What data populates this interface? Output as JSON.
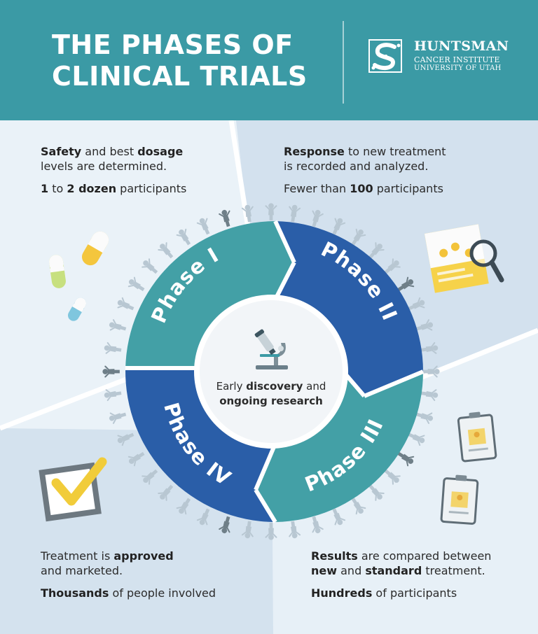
{
  "header": {
    "title_line1": "THE PHASES OF",
    "title_line2": "CLINICAL TRIALS"
  },
  "logo": {
    "line1": "HUNTSMAN",
    "line2": "CANCER INSTITUTE",
    "line3": "UNIVERSITY OF UTAH"
  },
  "center": {
    "pre": "Early ",
    "bold1": "discovery",
    "mid": " and",
    "bold2": "ongoing research"
  },
  "phases": [
    "Phase I",
    "Phase II",
    "Phase III",
    "Phase IV"
  ],
  "quadrants": {
    "phase1": {
      "l1_bold1": "Safety",
      "l1_mid": " and best ",
      "l1_bold2": "dosage",
      "l2": "levels are determined.",
      "c_bold1": "1",
      "c_mid": " to ",
      "c_bold2": "2 dozen",
      "c_tail": " participants"
    },
    "phase2": {
      "l1_bold": "Response",
      "l1_tail": " to new treatment",
      "l2": "is recorded and analyzed.",
      "c_pre": "Fewer than ",
      "c_bold": "100",
      "c_tail": " participants"
    },
    "phase4": {
      "l1_pre": "Treatment is ",
      "l1_bold": "approved",
      "l2": "and marketed.",
      "c_bold": "Thousands",
      "c_tail": " of people involved"
    },
    "phase3": {
      "l1_bold": "Results",
      "l1_tail": " are compared between",
      "l2_bold1": "new",
      "l2_mid": " and ",
      "l2_bold2": "standard",
      "l2_tail": " treatment.",
      "c_bold": "Hundreds",
      "c_tail": " of participants"
    }
  },
  "colors": {
    "header": "#3b9aa5",
    "teal": "#43a0a6",
    "navy": "#2a5ea8",
    "people": "#b8c7d2",
    "capsule_yellow": "#f2c43a",
    "check_yellow": "#f1cc3a"
  },
  "icons": [
    "pill-capsules-icon",
    "magnifier-document-icon",
    "microscope-icon",
    "id-badge-icon",
    "checkbox-check-icon",
    "people-figures-icon",
    "logo-mark-icon"
  ]
}
